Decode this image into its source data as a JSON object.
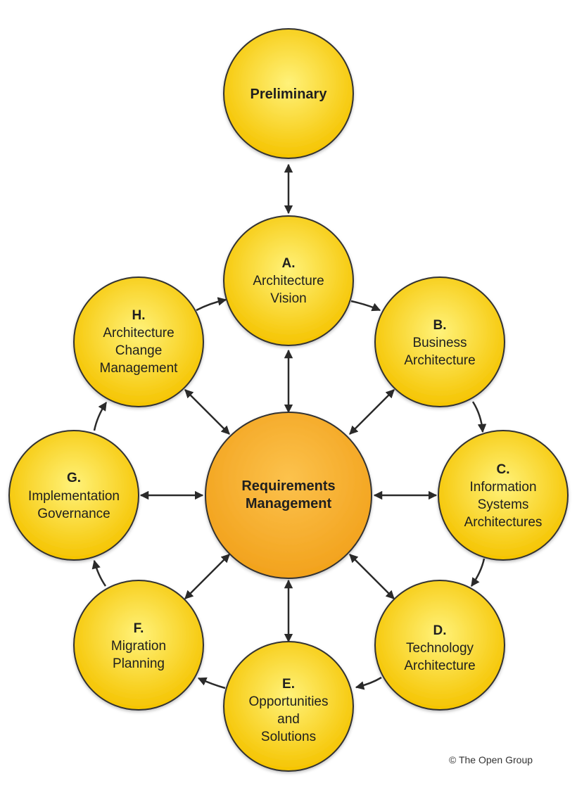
{
  "colors": {
    "phase_fill_center": "#fff27a",
    "phase_fill_edge": "#f5c400",
    "core_fill_center": "#fcc24d",
    "core_fill_edge": "#f2a21c",
    "outline": "#333333",
    "arrow": "#2a2a2a",
    "text": "#1f1f1f"
  },
  "nodes": {
    "preliminary": {
      "lines": [
        "Preliminary"
      ]
    },
    "a": {
      "letter": "A.",
      "lines": [
        "Architecture",
        "Vision"
      ]
    },
    "b": {
      "letter": "B.",
      "lines": [
        "Business",
        "Architecture"
      ]
    },
    "c": {
      "letter": "C.",
      "lines": [
        "Information",
        "Systems",
        "Architectures"
      ]
    },
    "d": {
      "letter": "D.",
      "lines": [
        "Technology",
        "Architecture"
      ]
    },
    "e": {
      "letter": "E.",
      "lines": [
        "Opportunities",
        "and",
        "Solutions"
      ]
    },
    "f": {
      "letter": "F.",
      "lines": [
        "Migration",
        "Planning"
      ]
    },
    "g": {
      "letter": "G.",
      "lines": [
        "Implementation",
        "Governance"
      ]
    },
    "h": {
      "letter": "H.",
      "lines": [
        "Architecture",
        "Change",
        "Management"
      ]
    },
    "requirements": {
      "lines": [
        "Requirements",
        "Management"
      ]
    }
  },
  "copyright": "© The Open Group"
}
